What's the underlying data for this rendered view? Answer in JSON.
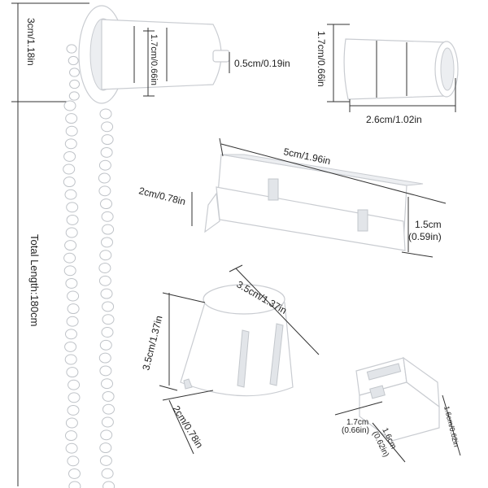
{
  "product": {
    "labels": {
      "chain_height_cm_in": "3cm/1.18in",
      "chain_total_length": "Total Length:180cm",
      "control_unit_diameter": "1.7cm/0.66in",
      "control_unit_pin": "0.5cm/0.19in",
      "plug_diameter": "1.7cm/0.66in",
      "plug_length": "2.6cm/1.02in",
      "bracket_length": "5cm/1.96in",
      "bracket_depth": "2cm/0.78in",
      "bracket_height_cm": "1.5cm",
      "bracket_height_in": "(0.59in)",
      "end_cap_width": "3.5cm/1.37in",
      "end_cap_height": "3.5cm/1.37in",
      "end_cap_base": "2cm/0.78in",
      "clip_width_cm": "1.7cm",
      "clip_width_in": "(0.66in)",
      "clip_depth_cm": "1.6cm",
      "clip_depth_in": "(0.62in)",
      "clip_height": "1.6cm/0.62in"
    },
    "colors": {
      "background": "#ffffff",
      "part": "#ffffff",
      "outline": "#c9ccd1",
      "dimension_line": "#333333"
    }
  }
}
